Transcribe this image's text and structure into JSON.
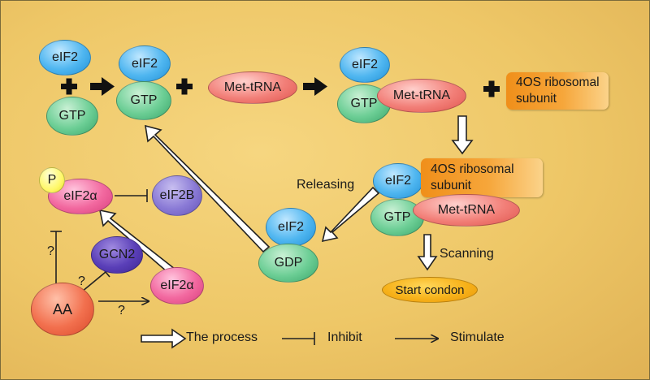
{
  "nodes": {
    "eif2_a": "eIF2",
    "gtp_a": "GTP",
    "eif2_b": "eIF2",
    "gtp_b": "GTP",
    "met_trna_a": "Met-tRNA",
    "eif2_c": "eIF2",
    "gtp_c": "GTP",
    "met_trna_b": "Met-tRNA",
    "ribo_a": "4OS ribosomal subunit",
    "eif2_d": "eIF2",
    "gtp_d": "GTP",
    "met_trna_c": "Met-tRNA",
    "ribo_b": "4OS ribosomal subunit",
    "eif2_e": "eIF2",
    "gdp": "GDP",
    "start_codon": "Start condon",
    "p": "P",
    "eif2alpha_a": "eIF2α",
    "eif2b": "eIF2B",
    "gcn2": "GCN2",
    "eif2alpha_b": "eIF2α",
    "aa": "AA"
  },
  "labels": {
    "releasing": "Releasing",
    "scanning": "Scanning",
    "q1": "?",
    "q2": "?",
    "q3": "?"
  },
  "legend": {
    "process": "The process",
    "inhibit": "Inhibit",
    "stimulate": "Stimulate"
  },
  "colors": {
    "background": "#eec767",
    "blue": "#4fb6f0",
    "green": "#6cce95",
    "salmon": "#f27f78",
    "orange": "#f6a63a",
    "pink": "#f2689f",
    "purple": "#8a7ad6",
    "red": "#f2704e"
  }
}
